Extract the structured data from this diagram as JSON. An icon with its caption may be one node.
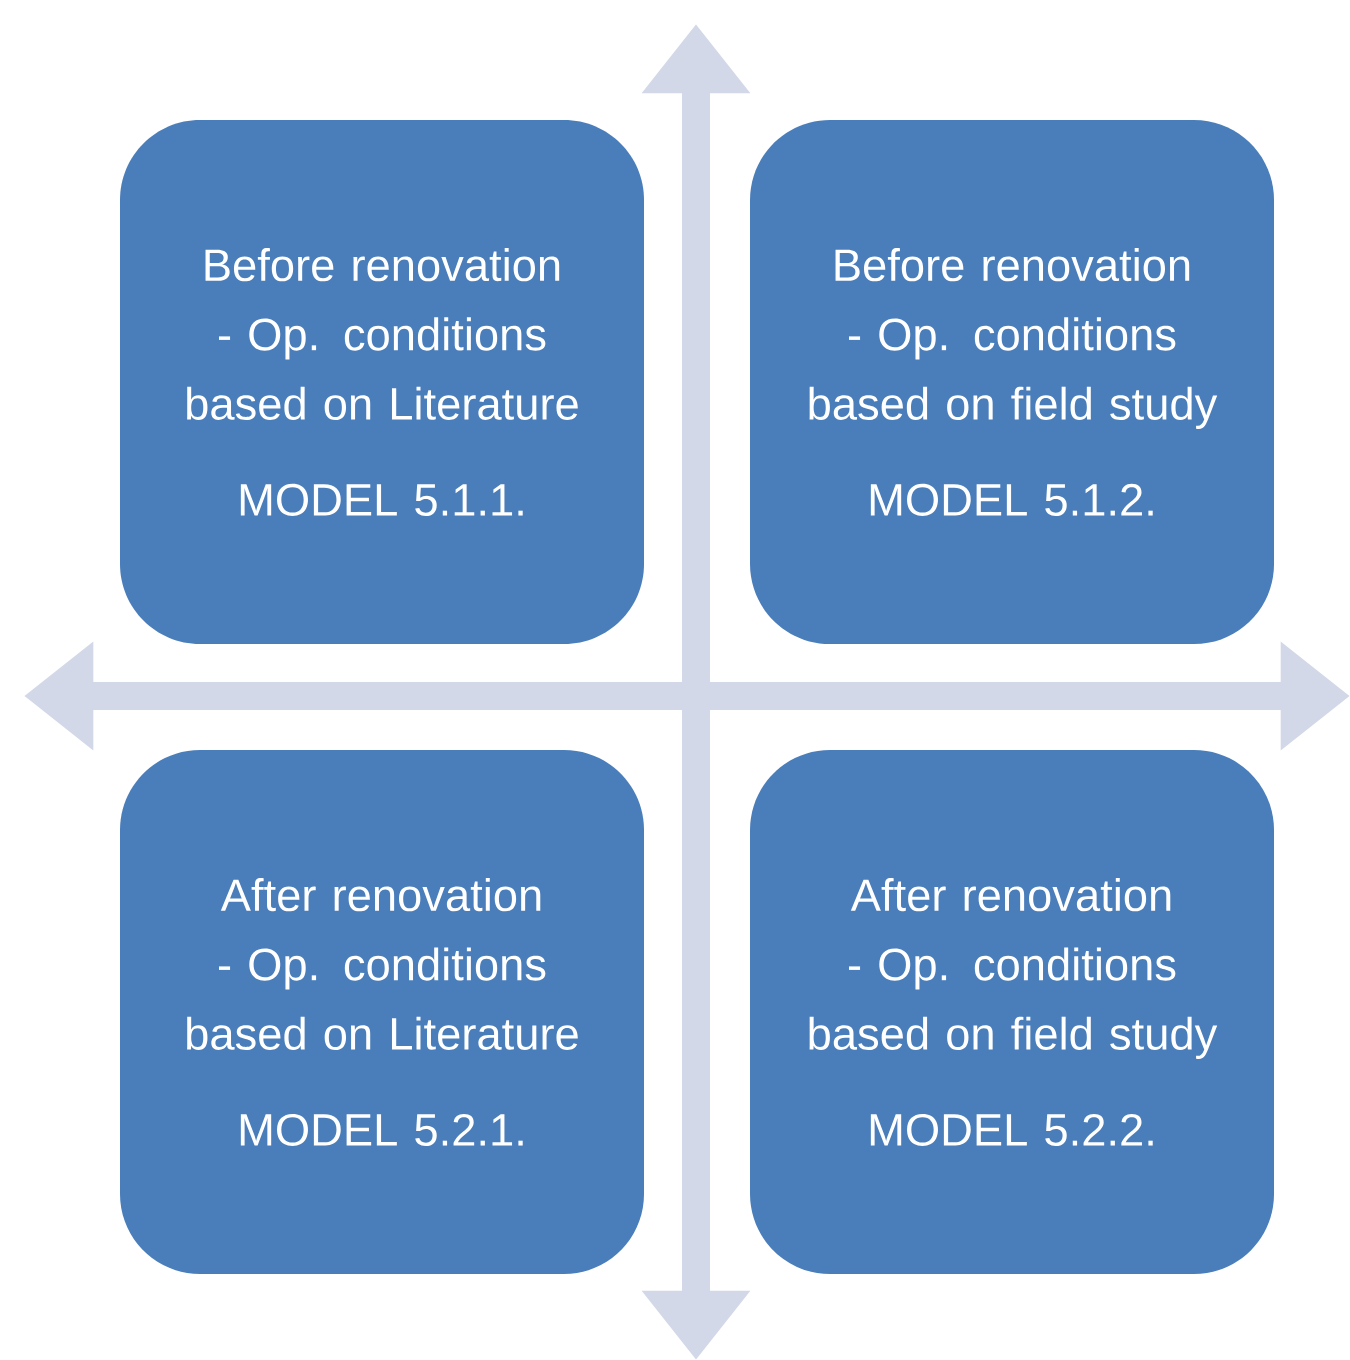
{
  "diagram": {
    "nodes": [
      {
        "text": [
          "Before renovation - Op. conditions based on Literature",
          "MODEL 5.1.1."
        ]
      },
      {
        "text": [
          "Before renovation - Op. conditions based on field study",
          "MODEL 5.1.2."
        ]
      },
      {
        "text": [
          "After renovation - Op. conditions based on Literature",
          "MODEL 5.2.1."
        ]
      },
      {
        "text": [
          "After renovation - Op. conditions based on field study",
          "MODEL 5.2.2."
        ]
      }
    ]
  }
}
